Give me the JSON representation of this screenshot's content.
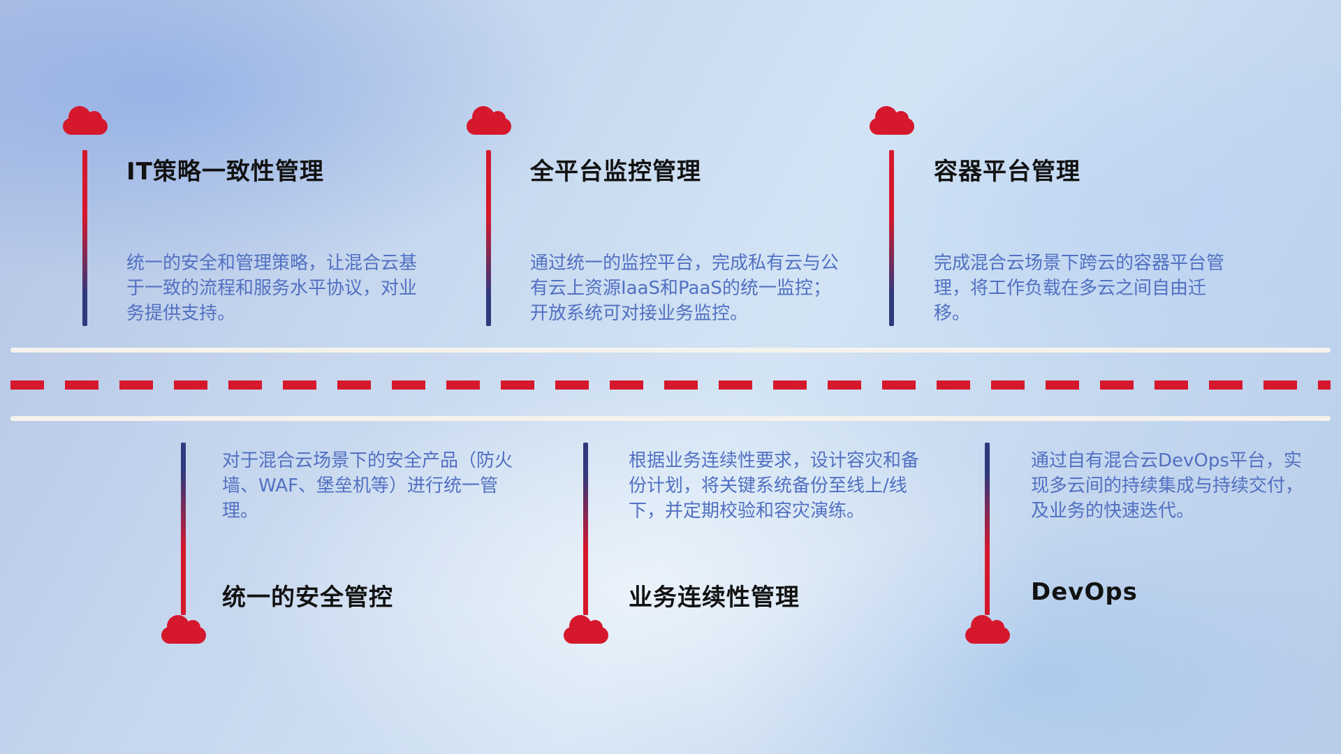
{
  "items_top": [
    {
      "title": "IT策略一致性管理",
      "desc": "统一的安全和管理策略，让混合云基于一致的流程和服务水平协议，对业务提供支持。"
    },
    {
      "title": "全平台监控管理",
      "desc": "通过统一的监控平台，完成私有云与公有云上资源IaaS和PaaS的统一监控；开放系统可对接业务监控。"
    },
    {
      "title": "容器平台管理",
      "desc": "完成混合云场景下跨云的容器平台管理，将工作负载在多云之间自由迁移。"
    }
  ],
  "items_bottom": [
    {
      "title": "统一的安全管控",
      "desc": "对于混合云场景下的安全产品（防火墙、WAF、堡垒机等）进行统一管理。"
    },
    {
      "title": "业务连续性管理",
      "desc": "根据业务连续性要求，设计容灾和备份计划，将关键系统备份至线上/线下，并定期校验和容灾演练。"
    },
    {
      "title": "DevOps",
      "desc": "通过自有混合云DevOps平台，实现多云间的持续集成与持续交付，及业务的快速迭代。"
    }
  ],
  "colors": {
    "cloud_red": "#d5182c",
    "line_navy": "#30397c",
    "dash_red": "#d5182c",
    "road_white": "#f6f2ec",
    "title_black": "#121212",
    "desc_blue": "#5270c2"
  }
}
